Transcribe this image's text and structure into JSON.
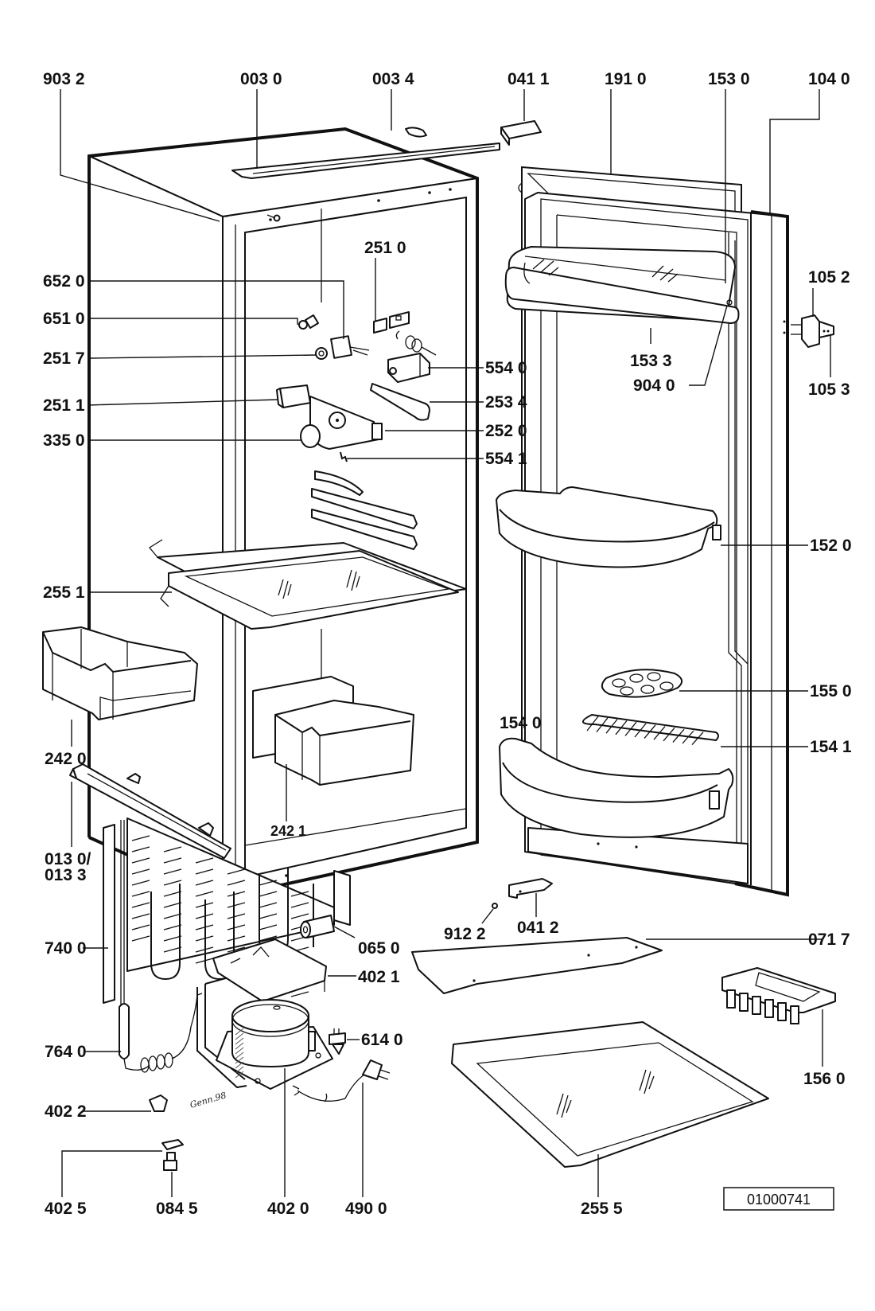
{
  "diagram": {
    "title": "Refrigerator exploded parts diagram",
    "drawing_id": "01000741",
    "signature": "Genn.98",
    "callouts": [
      {
        "id": "903_2",
        "label": "903 2",
        "part": "cabinet-pin"
      },
      {
        "id": "003_0",
        "label": "003 0",
        "part": "top-trim-strip"
      },
      {
        "id": "003_4",
        "label": "003 4",
        "part": "trim-end-cap"
      },
      {
        "id": "041_1",
        "label": "041 1",
        "part": "upper-hinge"
      },
      {
        "id": "191_0",
        "label": "191 0",
        "part": "door-gasket"
      },
      {
        "id": "153_0",
        "label": "153 0",
        "part": "dairy-compartment-lid"
      },
      {
        "id": "104_0",
        "label": "104 0",
        "part": "door-panel"
      },
      {
        "id": "105_2",
        "label": "105 2",
        "part": "hinge-bracket"
      },
      {
        "id": "105_3",
        "label": "105 3",
        "part": "hinge-pin"
      },
      {
        "id": "652_0",
        "label": "652 0",
        "part": "lamp-holder"
      },
      {
        "id": "651_0",
        "label": "651 0",
        "part": "lamp-bulb"
      },
      {
        "id": "251_7",
        "label": "251 7",
        "part": "lamp-ring"
      },
      {
        "id": "251_1",
        "label": "251 1",
        "part": "switch-housing"
      },
      {
        "id": "335_0",
        "label": "335 0",
        "part": "thermostat-knob"
      },
      {
        "id": "251_0",
        "label": "251 0",
        "part": "light-switch-parts"
      },
      {
        "id": "554_0",
        "label": "554 0",
        "part": "thermostat"
      },
      {
        "id": "253_4",
        "label": "253 4",
        "part": "lamp-cover"
      },
      {
        "id": "252_0",
        "label": "252 0",
        "part": "control-housing"
      },
      {
        "id": "554_1",
        "label": "554 1",
        "part": "thermostat-clip"
      },
      {
        "id": "153_3",
        "label": "153 3",
        "part": "dairy-compartment-tray"
      },
      {
        "id": "904_0",
        "label": "904 0",
        "part": "lid-pin"
      },
      {
        "id": "152_0",
        "label": "152 0",
        "part": "door-shelf-upper"
      },
      {
        "id": "255_1",
        "label": "255 1",
        "part": "glass-shelf-upper"
      },
      {
        "id": "242_0",
        "label": "242 0",
        "part": "crisper-drawer-left"
      },
      {
        "id": "242_1",
        "label": "242 1",
        "part": "crisper-drawer-right"
      },
      {
        "id": "155_0",
        "label": "155 0",
        "part": "egg-tray"
      },
      {
        "id": "154_0",
        "label": "154 0",
        "part": "bottle-shelf"
      },
      {
        "id": "154_1",
        "label": "154 1",
        "part": "bottle-retainer"
      },
      {
        "id": "013_0",
        "label": "013 0/",
        "part": "kick-plate"
      },
      {
        "id": "013_3",
        "label": "013 3",
        "part": "kick-plate-alt"
      },
      {
        "id": "740_0",
        "label": "740 0",
        "part": "condenser"
      },
      {
        "id": "764_0",
        "label": "764 0",
        "part": "dryer-filter"
      },
      {
        "id": "402_2",
        "label": "402 2",
        "part": "compressor-grommet"
      },
      {
        "id": "402_5",
        "label": "402 5",
        "part": "compressor-clip"
      },
      {
        "id": "084_5",
        "label": "084 5",
        "part": "compressor-bushing"
      },
      {
        "id": "402_0",
        "label": "402 0",
        "part": "compressor"
      },
      {
        "id": "490_0",
        "label": "490 0",
        "part": "power-cord"
      },
      {
        "id": "065_0",
        "label": "065 0",
        "part": "drain-sleeve"
      },
      {
        "id": "402_1",
        "label": "402 1",
        "part": "evaporation-tray"
      },
      {
        "id": "614_0",
        "label": "614 0",
        "part": "starter-relay"
      },
      {
        "id": "912_2",
        "label": "912 2",
        "part": "door-screw"
      },
      {
        "id": "041_2",
        "label": "041 2",
        "part": "lower-hinge"
      },
      {
        "id": "071_7",
        "label": "071 7",
        "part": "mounting-bracket"
      },
      {
        "id": "156_0",
        "label": "156 0",
        "part": "ice-cube-tray"
      },
      {
        "id": "255_5",
        "label": "255 5",
        "part": "glass-shelf-lower"
      }
    ]
  }
}
